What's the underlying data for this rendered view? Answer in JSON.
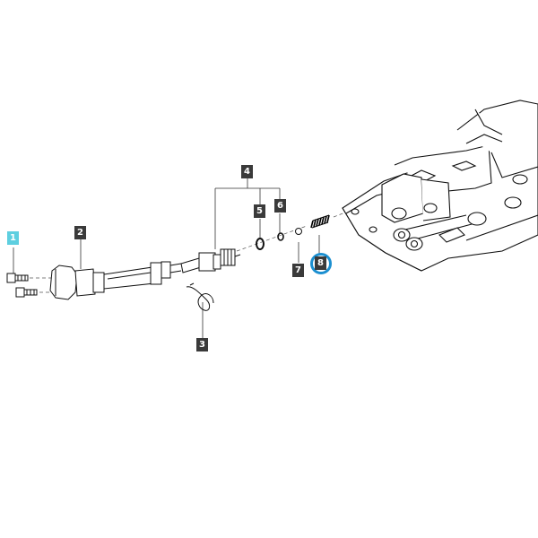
{
  "callouts": [
    {
      "id": "c1",
      "label": "1"
    },
    {
      "id": "c2",
      "label": "2"
    },
    {
      "id": "c3",
      "label": "3"
    },
    {
      "id": "c4",
      "label": "4"
    },
    {
      "id": "c5",
      "label": "5"
    },
    {
      "id": "c6",
      "label": "6"
    },
    {
      "id": "c7",
      "label": "7"
    },
    {
      "id": "c8",
      "label": "8"
    }
  ],
  "colors": {
    "highlight_tag": "#5ecfe0",
    "selected_ring": "#1b8fd0",
    "tag": "#3a3a3a"
  }
}
